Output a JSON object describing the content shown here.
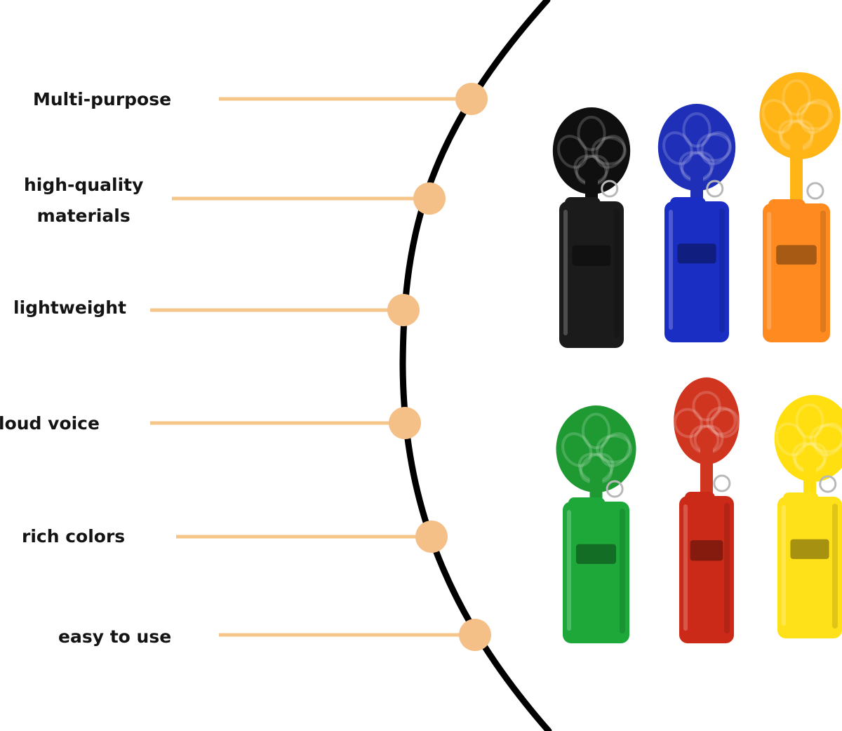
{
  "features": [
    {
      "lines": [
        "Multi-purpose"
      ]
    },
    {
      "lines": [
        "high-quality",
        "materials"
      ]
    },
    {
      "lines": [
        "lightweight"
      ]
    },
    {
      "lines": [
        "loud voice"
      ]
    },
    {
      "lines": [
        "rich colors"
      ]
    },
    {
      "lines": [
        "easy to use"
      ]
    }
  ],
  "colors": {
    "connector": "#f5c58a",
    "node": "#f4c088",
    "arc": "#000000",
    "whistles": [
      {
        "name": "black",
        "body": "#1b1b1b",
        "cord": "#0f0f0f"
      },
      {
        "name": "blue",
        "body": "#1a2ec4",
        "cord": "#1f2fb8"
      },
      {
        "name": "orange",
        "body": "#ff8a1f",
        "cord": "#ffb515"
      },
      {
        "name": "green",
        "body": "#1ea83a",
        "cord": "#1f9a33"
      },
      {
        "name": "red",
        "body": "#cc2a18",
        "cord": "#d0351f"
      },
      {
        "name": "yellow",
        "body": "#ffe11a",
        "cord": "#ffdf10"
      }
    ]
  }
}
